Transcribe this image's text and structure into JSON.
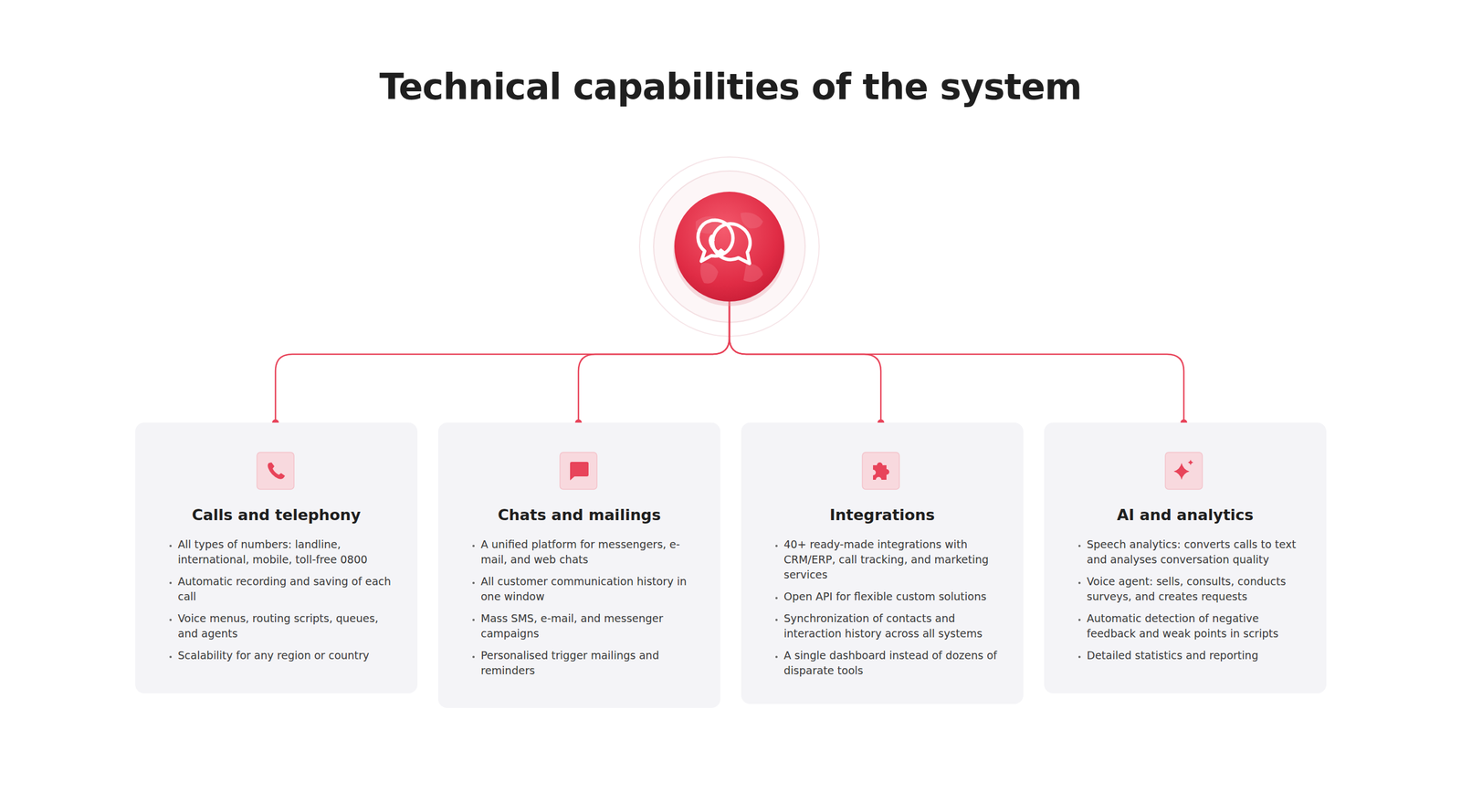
{
  "diagram": {
    "title": "Technical capabilities of the system",
    "nodes": [
      {
        "text": [
          "Calls and telephony",
          "All types of numbers: landline, international, mobile, toll-free 0800",
          "Automatic recording and saving of each call",
          "Voice menus, routing scripts, queues, and agents",
          "Scalability for any region or country"
        ]
      },
      {
        "text": [
          "Chats and mailings",
          "A unified platform for messengers, e-mail, and web chats",
          "All customer communication history in one window",
          "Mass SMS, e-mail, and messenger campaigns",
          "Personalised trigger mailings and reminders"
        ]
      },
      {
        "text": [
          "Integrations",
          "40+ ready-made integrations with CRM/ERP, call tracking, and marketing services",
          "Open API for flexible custom solutions",
          "Synchronization of contacts and interaction history across all systems",
          "A single dashboard instead of dozens of disparate tools"
        ]
      },
      {
        "text": [
          "AI and analytics",
          "Speech analytics: converts calls to text and analyses conversation quality",
          "Voice agent: sells, consults, conducts surveys, and creates requests",
          "Automatic detection of negative feedback and weak points in scripts",
          "Detailed statistics and reporting"
        ]
      }
    ]
  }
}
